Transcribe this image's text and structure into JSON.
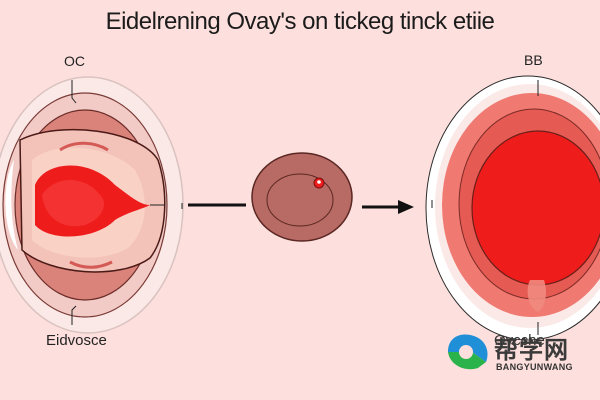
{
  "title": "Eidelrening Ovay's on tickeg tinck etiie",
  "labels": {
    "top_left": "OC",
    "top_right": "BB",
    "bottom_left": "Eidvosce",
    "bottom_right": "Ovcche"
  },
  "watermark": {
    "text": "帮学网",
    "subtext": "BANGYUNWANG",
    "logo_colors": [
      "#1f8fd8",
      "#2ab34a"
    ]
  },
  "colors": {
    "background": "#fde0dd",
    "primary_red": "#ef1c1c",
    "tissue_pink": "#e9a7a2",
    "small_oval": "#b86a64"
  }
}
